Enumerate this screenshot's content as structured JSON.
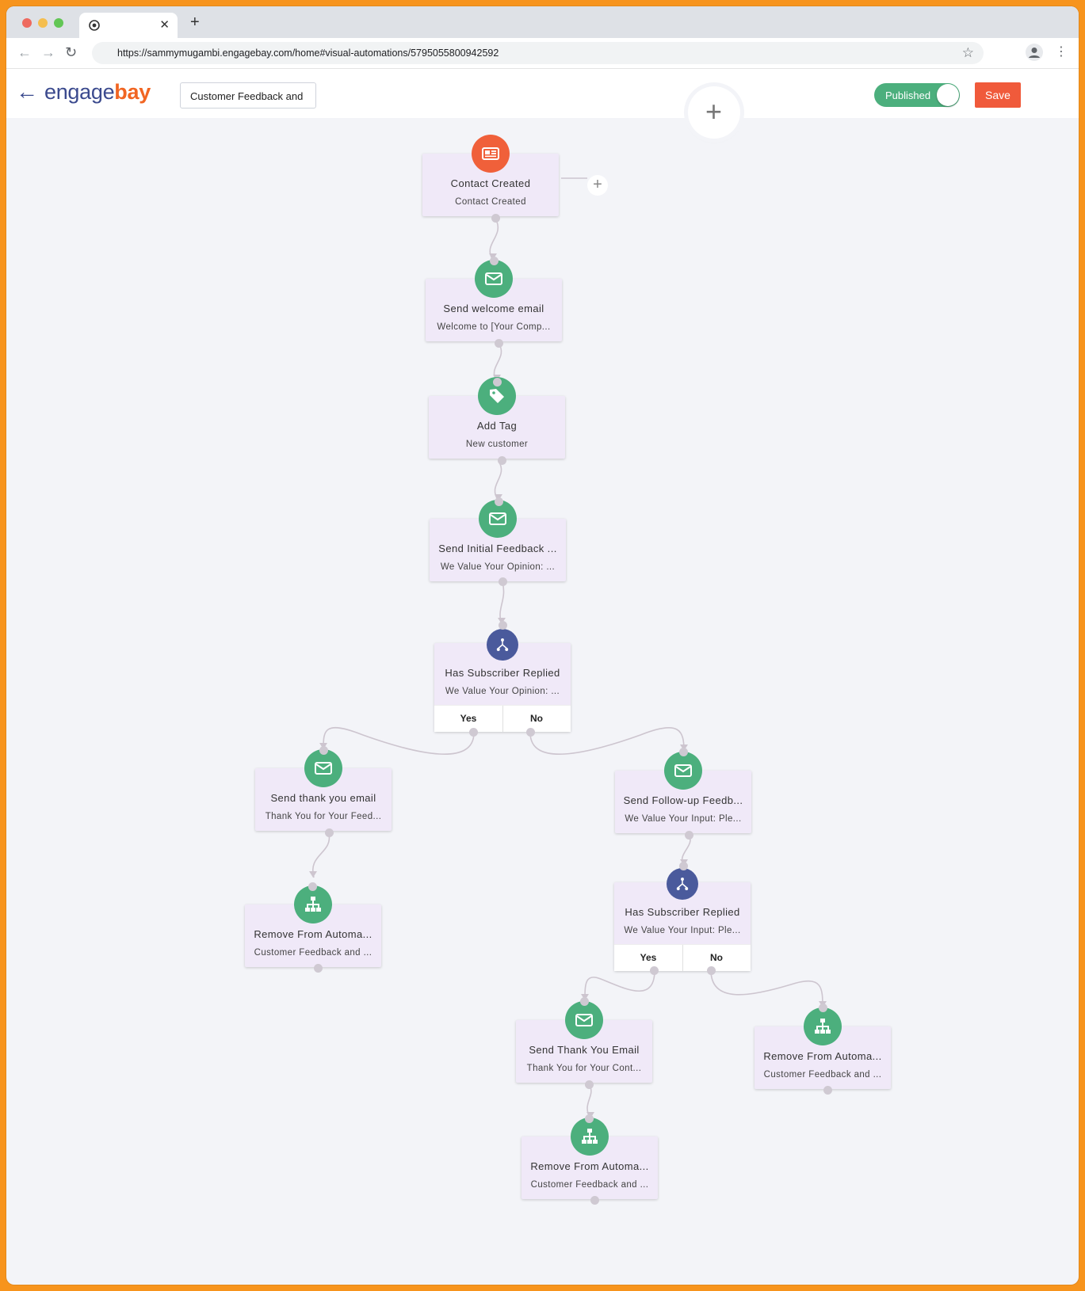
{
  "browser": {
    "url": "https://sammymugambi.engagebay.com/home#visual-automations/5795055800942592"
  },
  "app": {
    "logo_part1": "engage",
    "logo_part2": "bay",
    "automation_name": "Customer Feedback and",
    "status_label": "Published",
    "save_label": "Save",
    "add_symbol": "+"
  },
  "nodes": [
    {
      "id": "n1",
      "icon": "contact-card-icon",
      "color": "#f0603a",
      "title": "Contact Created",
      "subtitle": "Contact Created"
    },
    {
      "id": "n2",
      "icon": "envelope-icon",
      "color": "#4caf7d",
      "title": "Send welcome email",
      "subtitle": "Welcome to [Your Comp..."
    },
    {
      "id": "n3",
      "icon": "tag-icon",
      "color": "#4caf7d",
      "title": "Add Tag",
      "subtitle": "New customer"
    },
    {
      "id": "n4",
      "icon": "envelope-icon",
      "color": "#4caf7d",
      "title": "Send Initial Feedback ...",
      "subtitle": "We Value Your Opinion: ..."
    },
    {
      "id": "n5",
      "icon": "branch-icon",
      "color": "#4a5a9c",
      "title": "Has Subscriber Replied",
      "subtitle": "We Value Your Opinion: ...",
      "yes": "Yes",
      "no": "No"
    },
    {
      "id": "n6",
      "icon": "envelope-icon",
      "color": "#4caf7d",
      "title": "Send thank you email",
      "subtitle": "Thank You for Your Feed..."
    },
    {
      "id": "n7",
      "icon": "envelope-icon",
      "color": "#4caf7d",
      "title": "Send Follow-up Feedb...",
      "subtitle": "We Value Your Input: Ple..."
    },
    {
      "id": "n8",
      "icon": "hierarchy-icon",
      "color": "#4caf7d",
      "title": "Remove From Automa...",
      "subtitle": "Customer Feedback and ..."
    },
    {
      "id": "n9",
      "icon": "branch-icon",
      "color": "#4a5a9c",
      "title": "Has Subscriber Replied",
      "subtitle": "We Value Your Input: Ple...",
      "yes": "Yes",
      "no": "No"
    },
    {
      "id": "n10",
      "icon": "envelope-icon",
      "color": "#4caf7d",
      "title": "Send Thank You Email",
      "subtitle": "Thank You for Your Cont..."
    },
    {
      "id": "n11",
      "icon": "hierarchy-icon",
      "color": "#4caf7d",
      "title": "Remove From Automa...",
      "subtitle": "Customer Feedback and ..."
    },
    {
      "id": "n12",
      "icon": "hierarchy-icon",
      "color": "#4caf7d",
      "title": "Remove From Automa...",
      "subtitle": "Customer Feedback and ..."
    }
  ]
}
